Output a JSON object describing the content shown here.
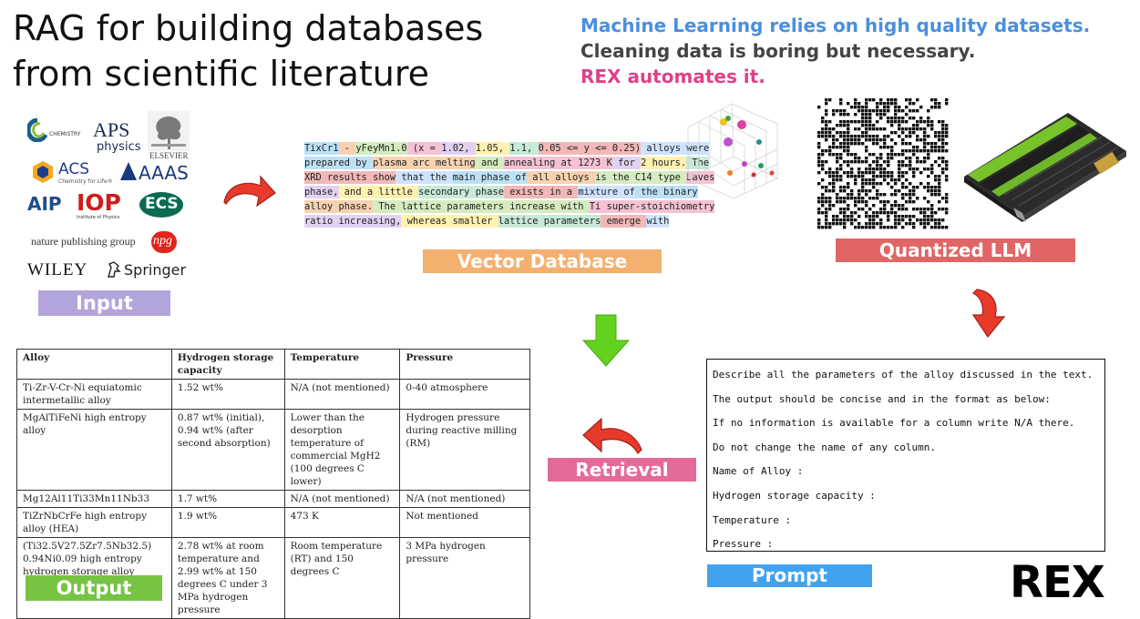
{
  "title": {
    "line1": "RAG for building databases",
    "line2": "from scientific literature"
  },
  "taglines": [
    {
      "text": "Machine Learning relies on high quality datasets.",
      "color": "#4a8fe0"
    },
    {
      "text": "Cleaning data is boring but necessary.",
      "color": "#444444"
    },
    {
      "text": "REX automates it.",
      "color": "#e0408a"
    }
  ],
  "labels": {
    "input": "Input",
    "vector_database": "Vector Database",
    "quantized_llm": "Quantized LLM",
    "retrieval": "Retrieval",
    "prompt": "Prompt",
    "output": "Output"
  },
  "label_colors": {
    "input": "#b4a4dc",
    "vector_database": "#f3b06e",
    "quantized_llm": "#e06666",
    "retrieval": "#e46a9a",
    "prompt": "#41a3f0",
    "output": "#76c442"
  },
  "publisher_logos": {
    "rsc": "CHEMISTRY",
    "aps": "APS",
    "aps_sub": "physics",
    "elsevier": "ELSEVIER",
    "acs": "ACS",
    "acs_sub": "Chemistry for Life®",
    "aaas": "AAAS",
    "aip": "AIP",
    "iop": "IOP",
    "iop_sub": "Institute of Physics",
    "ecs": "ECS",
    "nature": "nature publishing group",
    "npg": "npg",
    "wiley": "WILEY",
    "springer": "Springer"
  },
  "vector_text": {
    "lines": [
      [
        "TixCr1",
        " - ",
        "yFeyMn1.0",
        " (x = ",
        "1.02, ",
        "1.05, ",
        "1.1, ",
        "0.05 <= y <= 0.25)",
        " alloys were"
      ],
      [
        "prepared by ",
        "plasma arc melting",
        " and ",
        "annealing at 1273 K",
        " for ",
        "2 hours.",
        " The"
      ],
      [
        "XRD results show",
        " that the ",
        "main phase of",
        " all alloys ",
        "is the C14 type ",
        "Laves"
      ],
      [
        "phase,",
        " and a little ",
        "secondary phase",
        " exists in a ",
        "mixture of",
        " the binary"
      ],
      [
        "alloy phase.",
        " The lattice parameters increase with ",
        "Ti super-stoichiometry"
      ],
      [
        "ratio increasing,",
        " whereas smaller ",
        "lattice parameters",
        " emerge ",
        "with"
      ]
    ],
    "highlight_colors": [
      "#bde0f5",
      "#f7d2b0",
      "#d4ecc0",
      "#f5c2d4",
      "#e2d2f2",
      "#fff1b0",
      "#c8ead8",
      "#f2b8b8",
      "#cfe3ff"
    ]
  },
  "output_table": {
    "headers": [
      "Alloy",
      "Hydrogen storage capacity",
      "Temperature",
      "Pressure"
    ],
    "rows": [
      [
        "Ti-Zr-V-Cr-Ni equiatomic intermetallic alloy",
        "1.52 wt%",
        "N/A (not mentioned)",
        "0-40 atmosphere"
      ],
      [
        "MgAlTiFeNi high entropy alloy",
        "0.87 wt% (initial), 0.94 wt% (after second absorption)",
        "Lower than the desorption temperature of commercial MgH2 (100 degrees C lower)",
        "Hydrogen pressure during reactive milling (RM)"
      ],
      [
        "Mg12Al11Ti33Mn11Nb33",
        "1.7 wt%",
        "N/A (not mentioned)",
        "N/A (not mentioned)"
      ],
      [
        "TiZrNbCrFe high entropy alloy (HEA)",
        "1.9 wt%",
        "473 K",
        "Not mentioned"
      ],
      [
        "(Ti32.5V27.5Zr7.5Nb32.5) 0.94Ni0.09 high entropy hydrogen storage alloy",
        "2.78 wt% at room temperature and 2.99 wt% at 150 degrees C under 3 MPa hydrogen pressure",
        "Room temperature (RT) and 150 degrees C",
        "3 MPa hydrogen pressure"
      ]
    ]
  },
  "prompt_lines": [
    "Describe all the parameters of the alloy discussed in the text.",
    "The output should be concise and in the format as below:",
    "If no information is available for a column write N/A there.",
    "Do not change the name of any column.",
    "Name of Alloy :",
    "Hydrogen storage capacity :",
    "Temperature :",
    "Pressure :"
  ],
  "brand": "REX",
  "arrow_colors": {
    "red": "#e83a2a",
    "green": "#62d21e"
  }
}
